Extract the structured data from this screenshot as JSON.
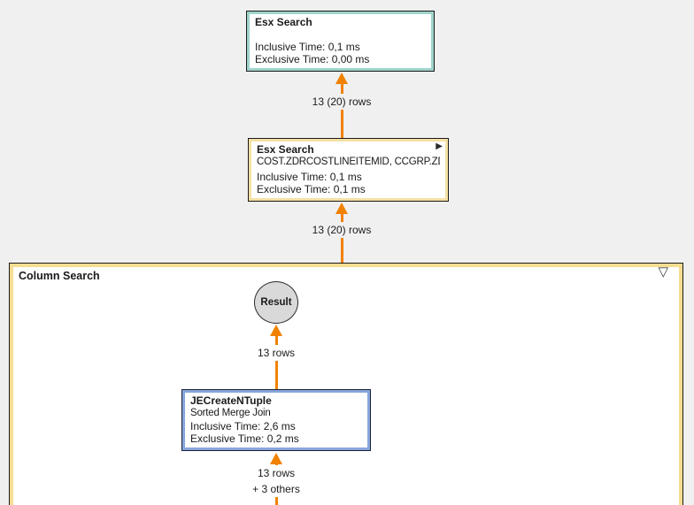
{
  "plan": {
    "nodes": {
      "esx_top": {
        "title": "Esx Search",
        "inclusive": "Inclusive Time: 0,1 ms",
        "exclusive": "Exclusive Time: 0,00 ms"
      },
      "esx_mid": {
        "title": "Esx Search",
        "subtitle": "COST.ZDRCOSTLINEITEMID, CCGRP.ZD...",
        "inclusive": "Inclusive Time: 0,1 ms",
        "exclusive": "Exclusive Time: 0,1 ms"
      },
      "column_search": {
        "title": "Column Search"
      },
      "result": {
        "label": "Result"
      },
      "je_create_ntuple": {
        "title": "JECreateNTuple",
        "subtitle": "Sorted Merge Join",
        "inclusive": "Inclusive Time: 2,6 ms",
        "exclusive": "Exclusive Time: 0,2 ms"
      }
    },
    "edges": [
      {
        "label": "13 (20) rows"
      },
      {
        "label": "13 (20) rows"
      },
      {
        "label": "13 rows"
      },
      {
        "label": "13 rows",
        "label2": "+ 3 others"
      }
    ],
    "icons": {
      "expand_node": "▶",
      "collapse_group": "▽"
    },
    "colors": {
      "edge_orange": "#F08200",
      "node_teal_border": "#9FD4CB",
      "node_yellow_border": "#F5E1A4",
      "node_blue_border": "#87A5DB",
      "group_yellow_border": "#F6DD92",
      "outer_border": "#1A1A1A",
      "result_fill": "#D9D9D9",
      "background": "#F0F0F0",
      "surface": "#FFFFFF"
    }
  }
}
